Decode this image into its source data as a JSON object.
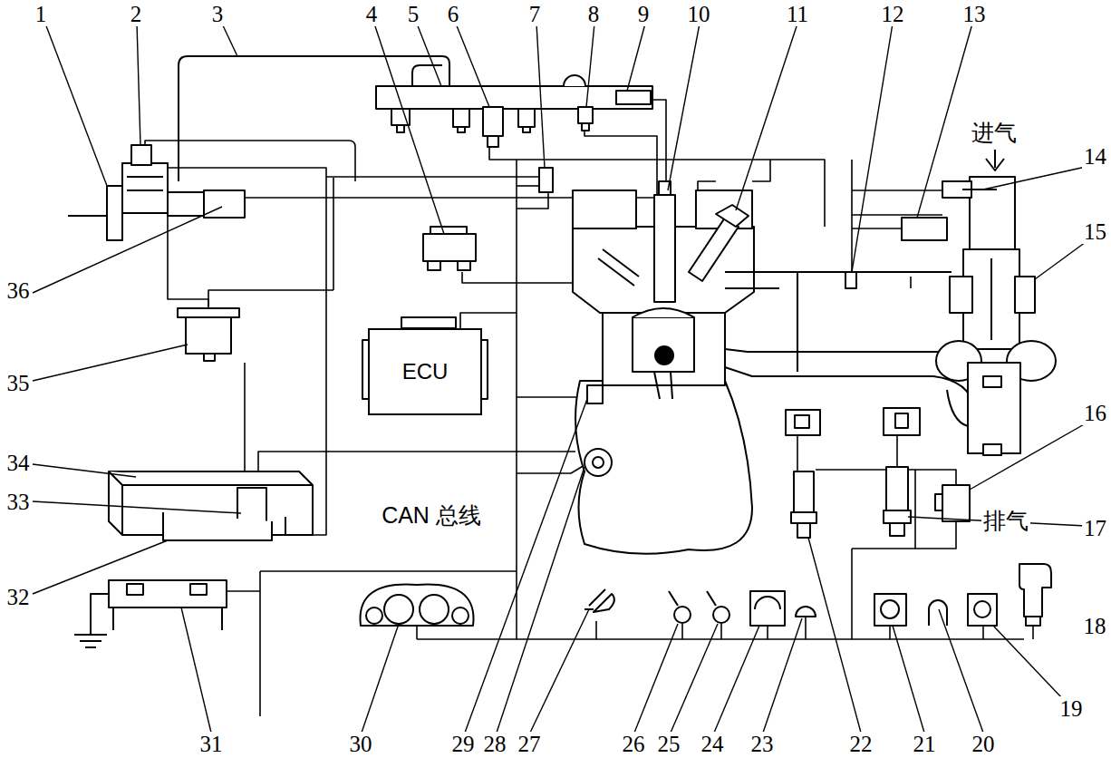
{
  "diagram": {
    "nodes": [
      {
        "text": [
          "ECU"
        ]
      }
    ],
    "labels": [
      "1",
      "2",
      "3",
      "4",
      "5",
      "6",
      "7",
      "8",
      "9",
      "10",
      "11",
      "12",
      "13",
      "进气",
      "14",
      "15",
      "16",
      "排气",
      "17",
      "36",
      "35",
      "34",
      "33",
      "32",
      "CAN 总线",
      "18",
      "19",
      "31",
      "30",
      "29",
      "28",
      "27",
      "26",
      "25",
      "24",
      "23",
      "22",
      "21",
      "20"
    ]
  }
}
